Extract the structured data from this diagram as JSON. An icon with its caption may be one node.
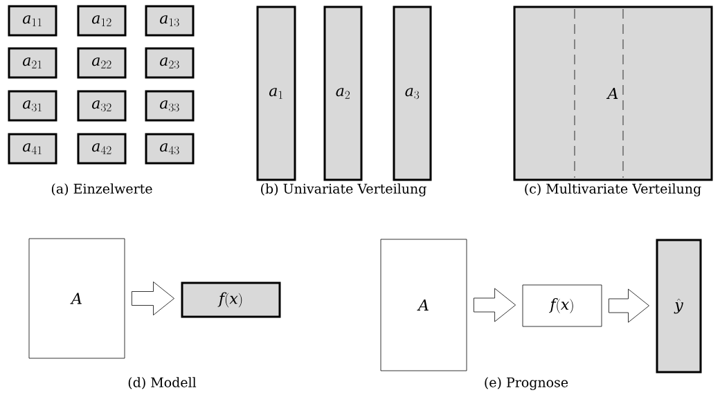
{
  "diagram": {
    "nodes": [
      {
        "text": [
          "a_{11}"
        ]
      },
      {
        "text": [
          "a_{12}"
        ]
      },
      {
        "text": [
          "a_{13}"
        ]
      },
      {
        "text": [
          "a_{21}"
        ]
      },
      {
        "text": [
          "a_{22}"
        ]
      },
      {
        "text": [
          "a_{23}"
        ]
      },
      {
        "text": [
          "a_{31}"
        ]
      },
      {
        "text": [
          "a_{32}"
        ]
      },
      {
        "text": [
          "a_{33}"
        ]
      },
      {
        "text": [
          "a_{41}"
        ]
      },
      {
        "text": [
          "a_{42}"
        ]
      },
      {
        "text": [
          "a_{43}"
        ]
      },
      {
        "text": [
          "a_1"
        ]
      },
      {
        "text": [
          "a_2"
        ]
      },
      {
        "text": [
          "a_3"
        ]
      },
      {
        "text": [
          "A"
        ]
      },
      {
        "text": [
          "A"
        ]
      },
      {
        "text": [
          "f(x)"
        ]
      },
      {
        "text": [
          "A"
        ]
      },
      {
        "text": [
          "f(x)"
        ]
      },
      {
        "text": [
          "\\hat{y}"
        ]
      }
    ],
    "edges": [
      {
        "from": 16,
        "to": 17,
        "arrow": "to"
      },
      {
        "from": 18,
        "to": 19,
        "arrow": "to"
      },
      {
        "from": 19,
        "to": 20,
        "arrow": "to"
      }
    ],
    "labels": [
      "(a) Einzelwerte",
      "(b) Univariate Verteilung",
      "(c) Multivariate Verteilung",
      "(d) Modell",
      "(e) Prognose"
    ]
  }
}
